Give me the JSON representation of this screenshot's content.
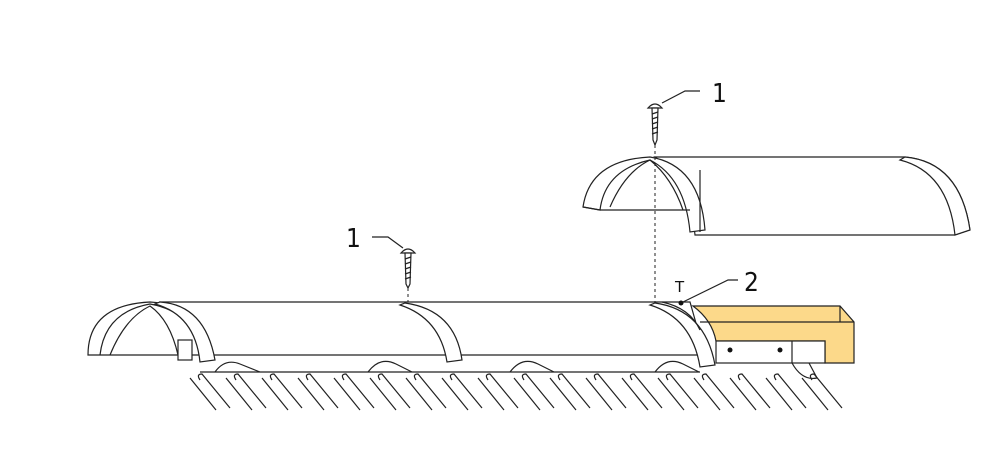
{
  "callouts": {
    "screw_label_lower": "1",
    "screw_label_upper": "1",
    "seal_label": "2",
    "tape_marker": "T"
  },
  "colors": {
    "wood": "#FCD98A",
    "line": "#222222"
  }
}
